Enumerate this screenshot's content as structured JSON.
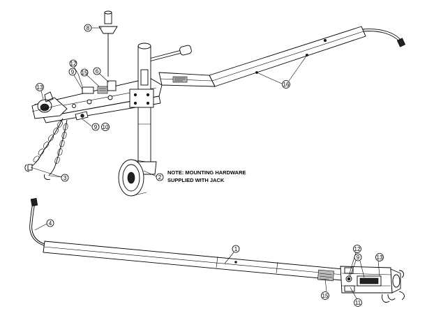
{
  "note": {
    "line1": "NOTE: MOUNTING HARDWARE",
    "line2": "SUPPLIED WITH JACK"
  },
  "callouts": {
    "c8": "8",
    "c12a": "12",
    "c9a": "9",
    "c15a": "15",
    "c6": "6",
    "c13a": "13",
    "c9b": "9",
    "c10": "10",
    "c3": "3",
    "c2": "2",
    "c16": "16",
    "c4": "4",
    "c1": "1",
    "c12b": "12",
    "c9c": "9",
    "c13b": "13",
    "c15b": "15",
    "c11": "11"
  }
}
